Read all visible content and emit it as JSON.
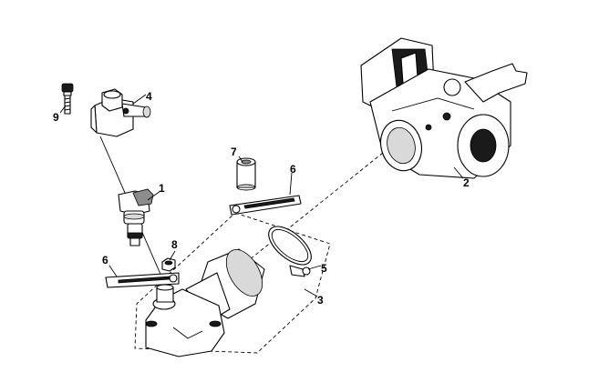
{
  "callouts": [
    {
      "id": "callout-1",
      "text": "1"
    },
    {
      "id": "callout-2",
      "text": "2"
    },
    {
      "id": "callout-3",
      "text": "3"
    },
    {
      "id": "callout-4",
      "text": "4"
    },
    {
      "id": "callout-5",
      "text": "5"
    },
    {
      "id": "callout-6a",
      "text": "6"
    },
    {
      "id": "callout-6b",
      "text": "6"
    },
    {
      "id": "callout-7",
      "text": "7"
    },
    {
      "id": "callout-8",
      "text": "8"
    },
    {
      "id": "callout-9",
      "text": "9"
    }
  ]
}
